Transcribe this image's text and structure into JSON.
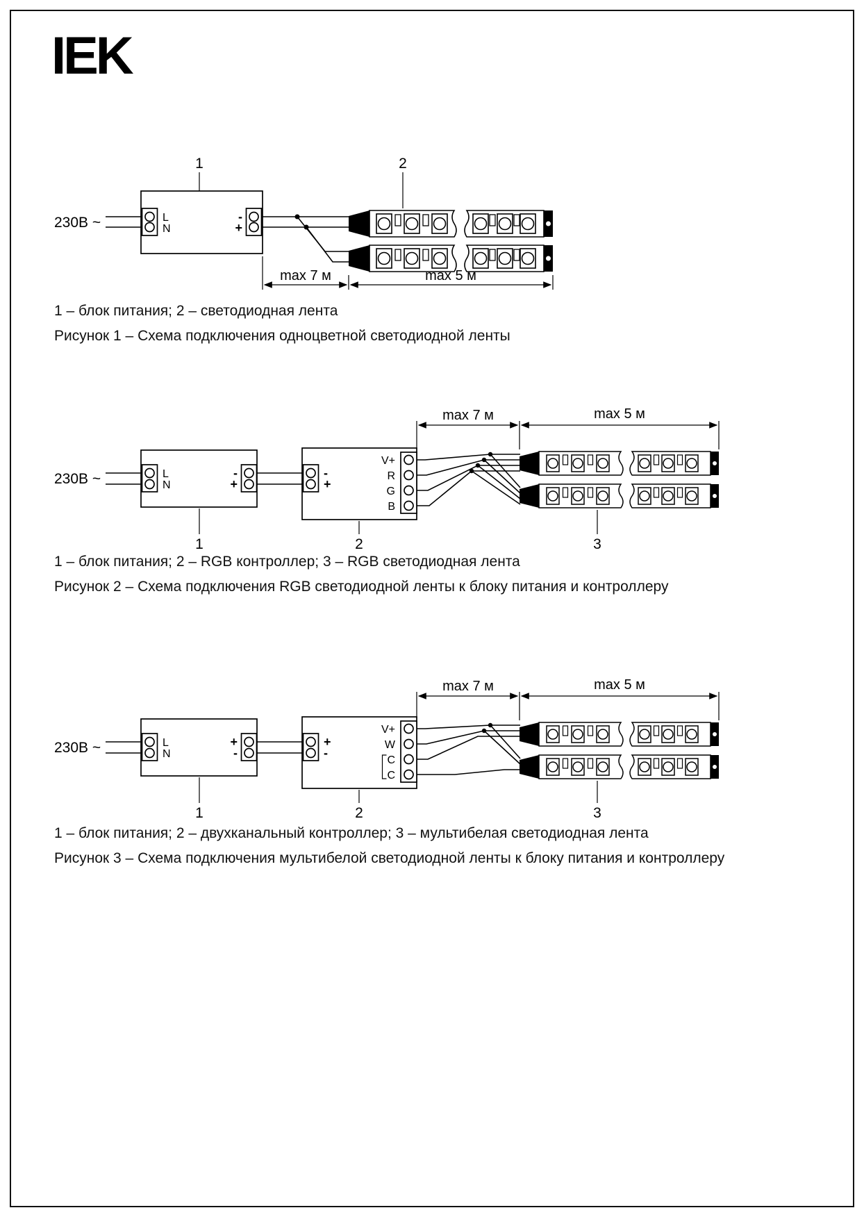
{
  "logo": {
    "text": "IEK"
  },
  "fig1": {
    "callout_1": "1",
    "callout_2": "2",
    "voltage": "230В ~",
    "terminal_l": "L",
    "terminal_n": "N",
    "psu_minus": "-",
    "psu_plus": "+",
    "dim_left": "max 7 м",
    "dim_right": "max 5 м",
    "legend": "1 – блок питания; 2 – светодиодная лента",
    "caption": "Рисунок 1 – Схема подключения одноцветной светодиодной ленты"
  },
  "fig2": {
    "callout_1": "1",
    "callout_2": "2",
    "callout_3": "3",
    "voltage": "230В ~",
    "terminal_l": "L",
    "terminal_n": "N",
    "psu_minus": "-",
    "psu_plus": "+",
    "ctrl_in_minus": "-",
    "ctrl_in_plus": "+",
    "ctrl_out": [
      "V+",
      "R",
      "G",
      "B"
    ],
    "dim_left": "max 7 м",
    "dim_right": "max 5 м",
    "legend": "1 – блок питания; 2 – RGB контроллер; 3 – RGB светодиодная лента",
    "caption": "Рисунок 2 – Схема подключения RGB светодиодной ленты к блоку питания и контроллеру"
  },
  "fig3": {
    "callout_1": "1",
    "callout_2": "2",
    "callout_3": "3",
    "voltage": "230В ~",
    "terminal_l": "L",
    "terminal_n": "N",
    "psu_plus": "+",
    "psu_minus": "-",
    "ctrl_in_plus": "+",
    "ctrl_in_minus": "-",
    "ctrl_out": [
      "V+",
      "W",
      "C",
      "C"
    ],
    "dim_left": "max 7 м",
    "dim_right": "max 5 м",
    "legend": "1 – блок питания; 2 – двухканальный контроллер; 3 – мультибелая светодиодная лента",
    "caption": "Рисунок 3 – Схема подключения мультибелой светодиодной ленты к блоку питания и контроллеру"
  }
}
